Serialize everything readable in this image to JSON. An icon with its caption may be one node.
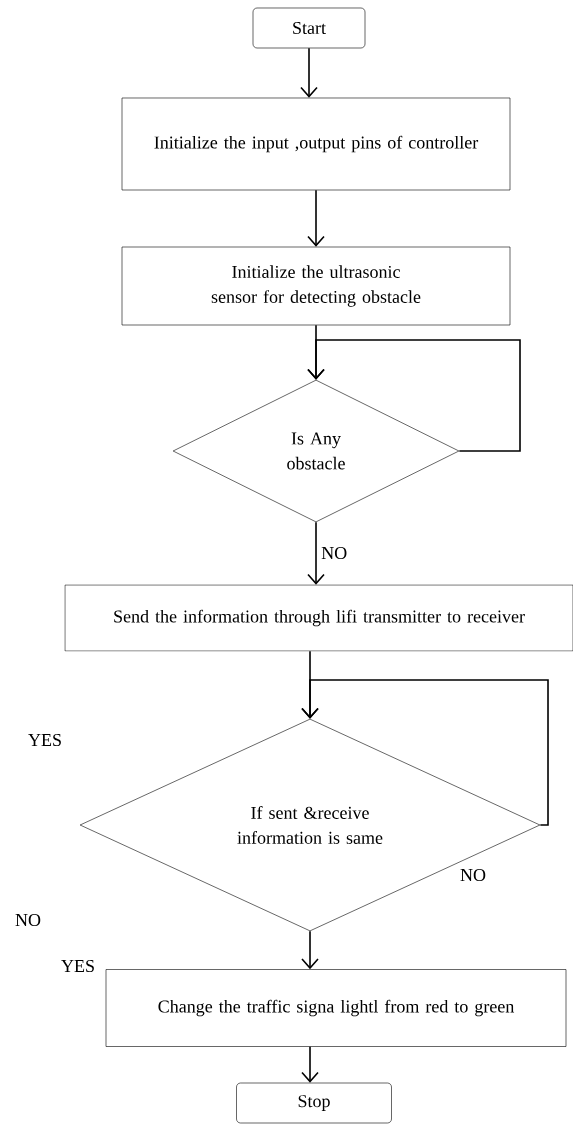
{
  "diagram": {
    "nodes": [
      {
        "text": [
          "Start"
        ]
      },
      {
        "text": [
          "Initialize the input ,output pins of controller"
        ]
      },
      {
        "text": [
          "Initialize the ultrasonic sensor for detecting obstacle"
        ]
      },
      {
        "text": [
          "Is Any obstacle"
        ]
      },
      {
        "text": [
          "Send the information through lifi transmitter to receiver"
        ]
      },
      {
        "text": [
          "If sent &receive information is same"
        ]
      },
      {
        "text": [
          "Change the traffic signa lightl from red to green"
        ]
      },
      {
        "text": [
          "Stop"
        ]
      }
    ],
    "edges": [
      {
        "from": 0,
        "to": 1,
        "arrow": "to"
      },
      {
        "from": 1,
        "to": 2,
        "arrow": "to"
      },
      {
        "from": 2,
        "to": 3,
        "arrow": "to"
      },
      {
        "from": 3,
        "to": 3,
        "arrow": "to"
      },
      {
        "from": 3,
        "to": 4,
        "arrow": "to",
        "label": "NO"
      },
      {
        "from": 4,
        "to": 5,
        "arrow": "to"
      },
      {
        "from": 5,
        "to": 5,
        "arrow": "to"
      },
      {
        "from": 5,
        "to": 6,
        "arrow": "to"
      },
      {
        "from": 6,
        "to": 7,
        "arrow": "to"
      }
    ],
    "labels": [
      "YES",
      "NO",
      "NO",
      "YES"
    ]
  }
}
